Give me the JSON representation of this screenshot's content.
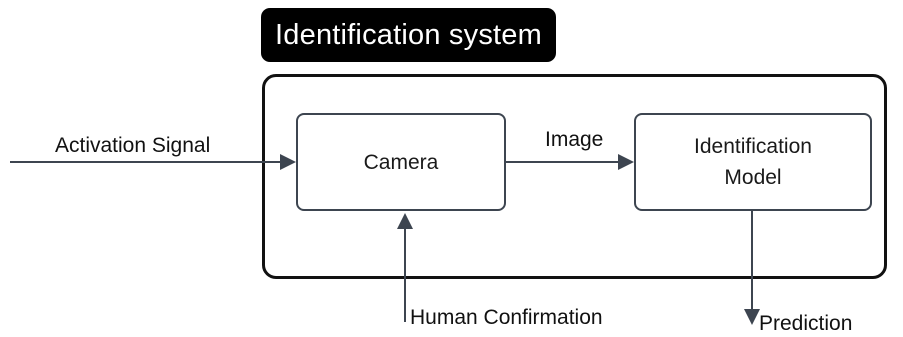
{
  "title": "Identification system",
  "nodes": {
    "camera": "Camera",
    "model_line1": "Identification",
    "model_line2": "Model"
  },
  "edges": {
    "activation": "Activation Signal",
    "image": "Image",
    "human": "Human Confirmation",
    "prediction": "Prediction"
  },
  "colors": {
    "title_bg": "#000000",
    "title_text": "#ffffff",
    "frame": "#111111",
    "block_border": "#3d4550",
    "arrow": "#3d4550"
  }
}
